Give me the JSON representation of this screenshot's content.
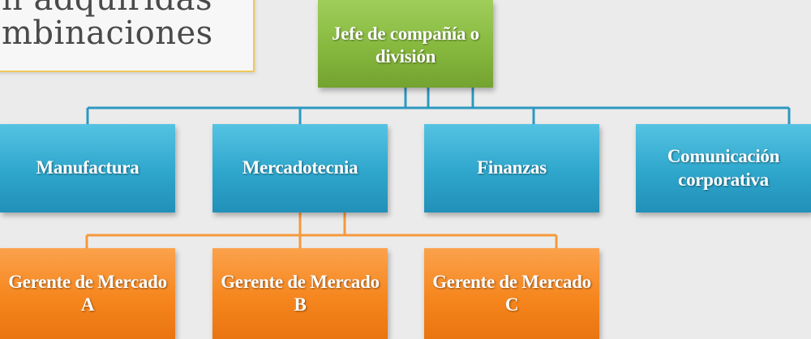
{
  "title": {
    "line1": "n adquiridas",
    "line2": "mbinaciones"
  },
  "root": {
    "label": "Jefe de compañía o división"
  },
  "departments": [
    {
      "label": "Manufactura"
    },
    {
      "label": "Mercadotecnia"
    },
    {
      "label": "Finanzas"
    },
    {
      "label": "Comunicación corporativa"
    }
  ],
  "managers": [
    {
      "label": "Gerente de Mercado A"
    },
    {
      "label": "Gerente de Mercado B"
    },
    {
      "label": "Gerente de Mercado C"
    }
  ],
  "colors": {
    "root": "#86b83e",
    "department": "#2ea6cc",
    "manager": "#f6861e",
    "connector_blue": "#2e98c0",
    "connector_orange": "#f59a3c",
    "title_border": "#f0c85a"
  }
}
